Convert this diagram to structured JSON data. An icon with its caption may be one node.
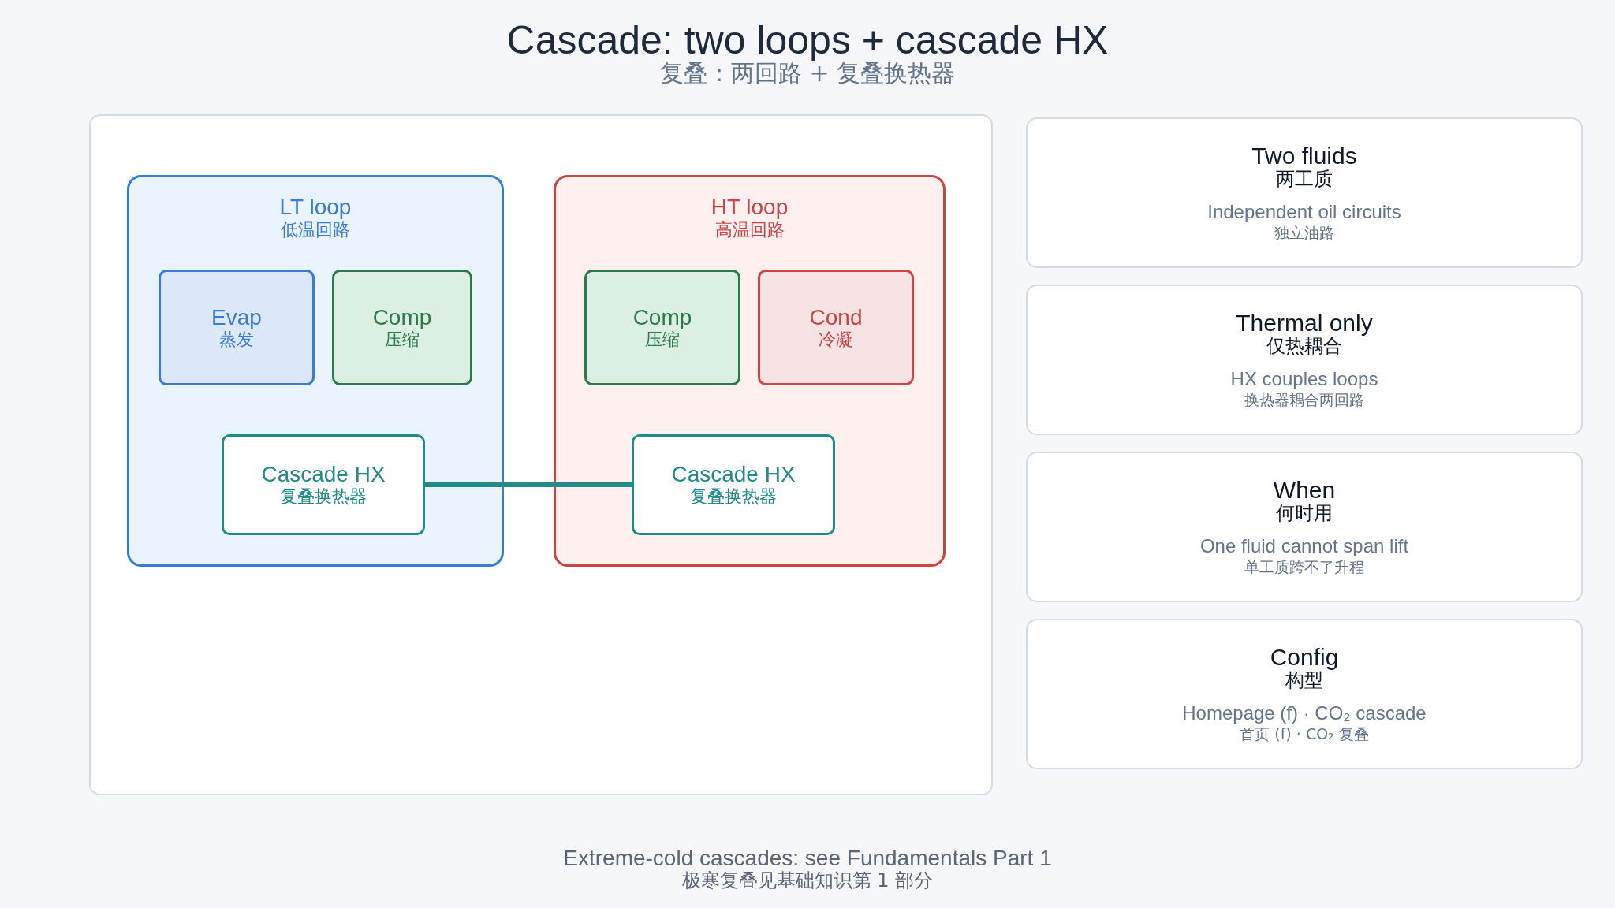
{
  "diagram": {
    "title": "Cascade: two loops + cascade HX",
    "nodes": [
      {
        "text": [],
        "shape": "box"
      },
      {
        "text": [
          "LT loop",
          "低温回路"
        ],
        "in": 0
      },
      {
        "text": [
          "Evap",
          "蒸发"
        ],
        "in": 1
      },
      {
        "text": [
          "Comp",
          "压缩"
        ],
        "in": 1
      },
      {
        "text": [
          "Cascade HX",
          "复叠换热器"
        ],
        "in": 1
      },
      {
        "text": [
          "HT loop",
          "高温回路"
        ],
        "in": 0
      },
      {
        "text": [
          "Comp",
          "压缩"
        ],
        "in": 5
      },
      {
        "text": [
          "Cond",
          "冷凝"
        ],
        "in": 5
      },
      {
        "text": [
          "Cascade HX",
          "复叠换热器"
        ],
        "in": 5
      },
      {
        "text": [
          "Two fluids",
          "两工质",
          "Independent oil circuits",
          "独立油路"
        ]
      },
      {
        "text": [
          "Thermal only",
          "仅热耦合",
          "HX couples loops",
          "换热器耦合两回路"
        ]
      },
      {
        "text": [
          "When",
          "何时用",
          "One fluid cannot span lift",
          "单工质跨不了升程"
        ]
      },
      {
        "text": [
          "Config",
          "构型",
          "Homepage (f) · CO₂ cascade",
          "首页 (f) · CO₂ 复叠"
        ]
      }
    ],
    "edges": [
      {
        "from": 4,
        "to": 8,
        "arrow": "none",
        "color": "#23898a"
      }
    ],
    "labels": [
      "复叠：两回路 + 复叠换热器",
      "Extreme-cold cascades: see Fundamentals Part 1",
      "极寒复叠见基础知识第 1 部分"
    ]
  }
}
